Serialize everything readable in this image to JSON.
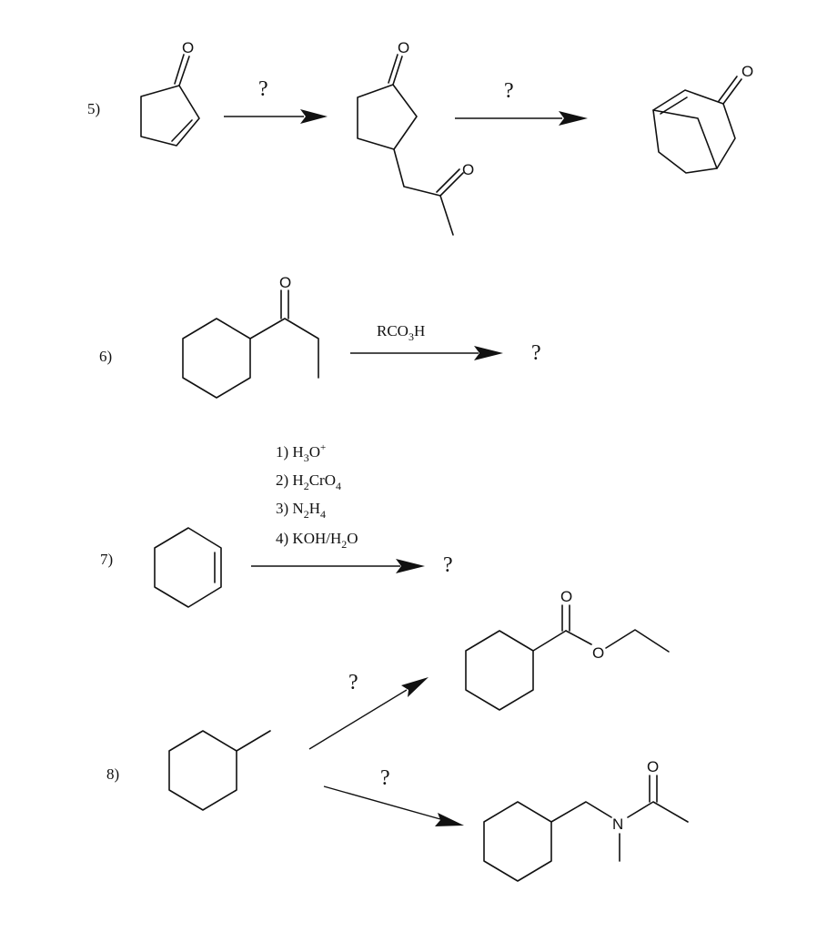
{
  "problems": [
    {
      "id": "5",
      "label": "5)"
    },
    {
      "id": "6",
      "label": "6)"
    },
    {
      "id": "7",
      "label": "7)"
    },
    {
      "id": "8",
      "label": "8)"
    }
  ],
  "unknown_mark": "?",
  "atoms": {
    "oxygen": "O",
    "nitrogen": "N"
  },
  "reagents": {
    "p6": {
      "main": "RCO",
      "sub": "3",
      "tail": "H"
    },
    "p7": [
      {
        "main": "1) H",
        "sub": "3",
        "tail": "O",
        "sup": "+"
      },
      {
        "main": "2) H",
        "sub": "2",
        "tail": "CrO",
        "sub2": "4"
      },
      {
        "main": "3) N",
        "sub": "2",
        "tail": "H",
        "sub2": "4"
      },
      {
        "main": "4) KOH/H",
        "sub": "2",
        "tail": "O"
      }
    ]
  }
}
